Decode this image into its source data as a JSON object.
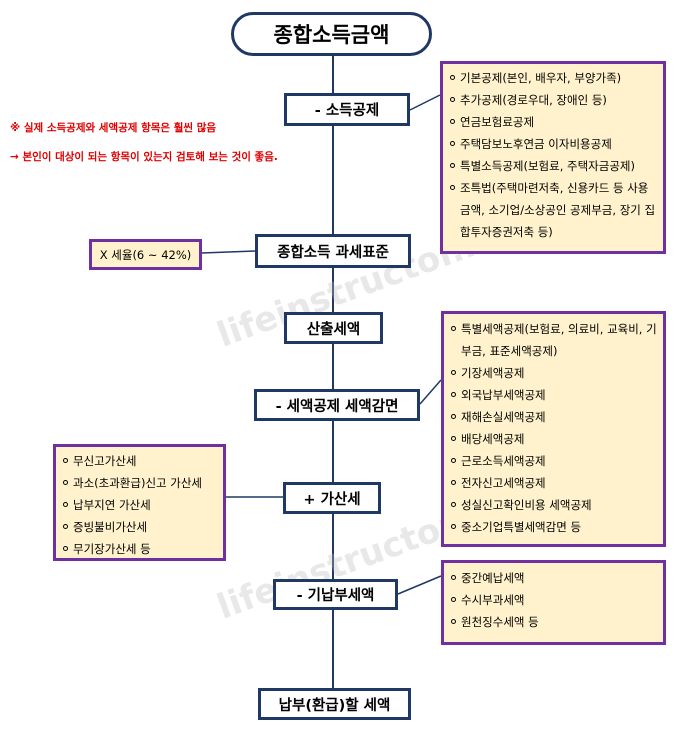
{
  "title": "종합소득금액",
  "steps": {
    "s1": "- 소득공제",
    "s2": "종합소득 과세표준",
    "s3": "산출세액",
    "s4": "- 세액공제 세액감면",
    "s5": "+ 가산세",
    "s6": "- 기납부세액",
    "s7": "납부(환급)할 세액"
  },
  "red_notes": {
    "line1": "※ 실제 소득공제와 세액공제 항목은 훨씬 많음",
    "line2": "→ 본인이 대상이 되는 항목이 있는지 검토해 보는 것이 좋음."
  },
  "tax_rate_note": "X 세율(6 ~ 42%)",
  "watermark": "lifeinstructor.net",
  "box_income_deduction": [
    "기본공제(본인, 배우자, 부양가족)",
    "추가공제(경로우대, 장애인 등)",
    "연금보험료공제",
    "주택담보노후연금 이자비용공제",
    "특별소득공제(보험료, 주택자금공제)",
    "조특법(주택마련저축, 신용카드 등 사용금액, 소기업/소상공인 공제부금, 장기 집합투자증권저축 등)"
  ],
  "box_tax_credit": [
    "특별세액공제(보험료, 의료비, 교육비, 기부금, 표준세액공제)",
    "기장세액공제",
    "외국납부세액공제",
    "재해손실세액공제",
    "배당세액공제",
    "근로소득세액공제",
    "전자신고세액공제",
    "성실신고확인비용 세액공제",
    "중소기업특별세액감면 등"
  ],
  "box_penalty": [
    "무신고가산세",
    "과소(초과환급)신고 가산세",
    "납부지연 가산세",
    "증빙불비가산세",
    "무기장가산세 등"
  ],
  "box_prepaid": [
    "중간예납세액",
    "수시부과세액",
    "원천징수세액 등"
  ]
}
